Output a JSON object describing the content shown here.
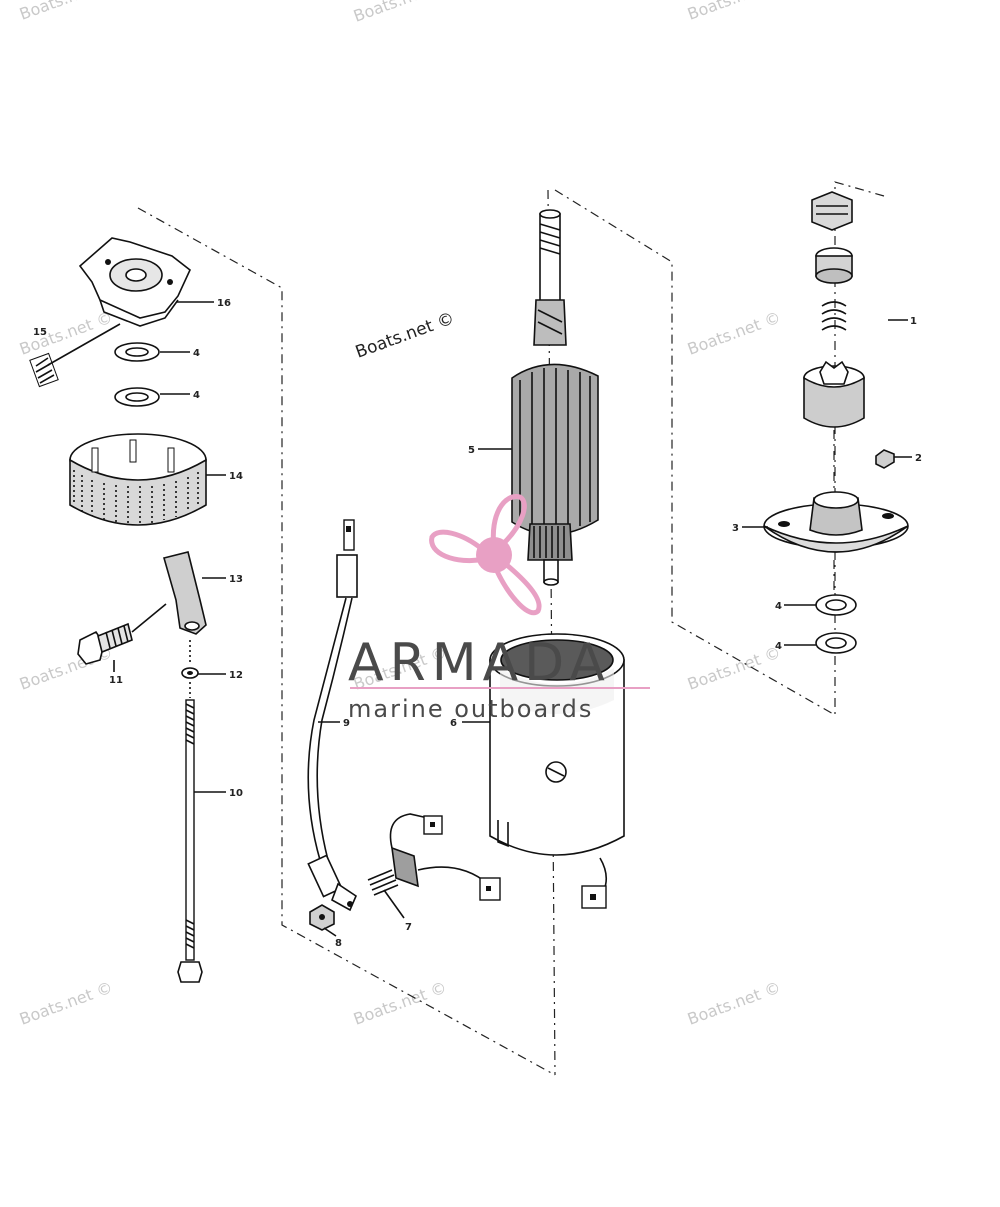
{
  "watermark": {
    "text": "Boats.net ©"
  },
  "logo": {
    "brand": "ARMADA",
    "tagline": "marine outboards",
    "accent_color": "#e8a0c4"
  },
  "callouts": [
    {
      "id": "1",
      "part": "drive-assembly"
    },
    {
      "id": "2",
      "part": "nut"
    },
    {
      "id": "3",
      "part": "end-cap"
    },
    {
      "id": "4",
      "part": "washer"
    },
    {
      "id": "5",
      "part": "armature"
    },
    {
      "id": "6",
      "part": "frame"
    },
    {
      "id": "7",
      "part": "brush-set"
    },
    {
      "id": "8",
      "part": "nut"
    },
    {
      "id": "9",
      "part": "cable"
    },
    {
      "id": "10",
      "part": "thru-bolt"
    },
    {
      "id": "11",
      "part": "screw"
    },
    {
      "id": "12",
      "part": "lockwasher"
    },
    {
      "id": "13",
      "part": "clamp"
    },
    {
      "id": "14",
      "part": "commutator-end-cap"
    },
    {
      "id": "15",
      "part": "spring"
    },
    {
      "id": "16",
      "part": "brush-holder-plate"
    }
  ]
}
